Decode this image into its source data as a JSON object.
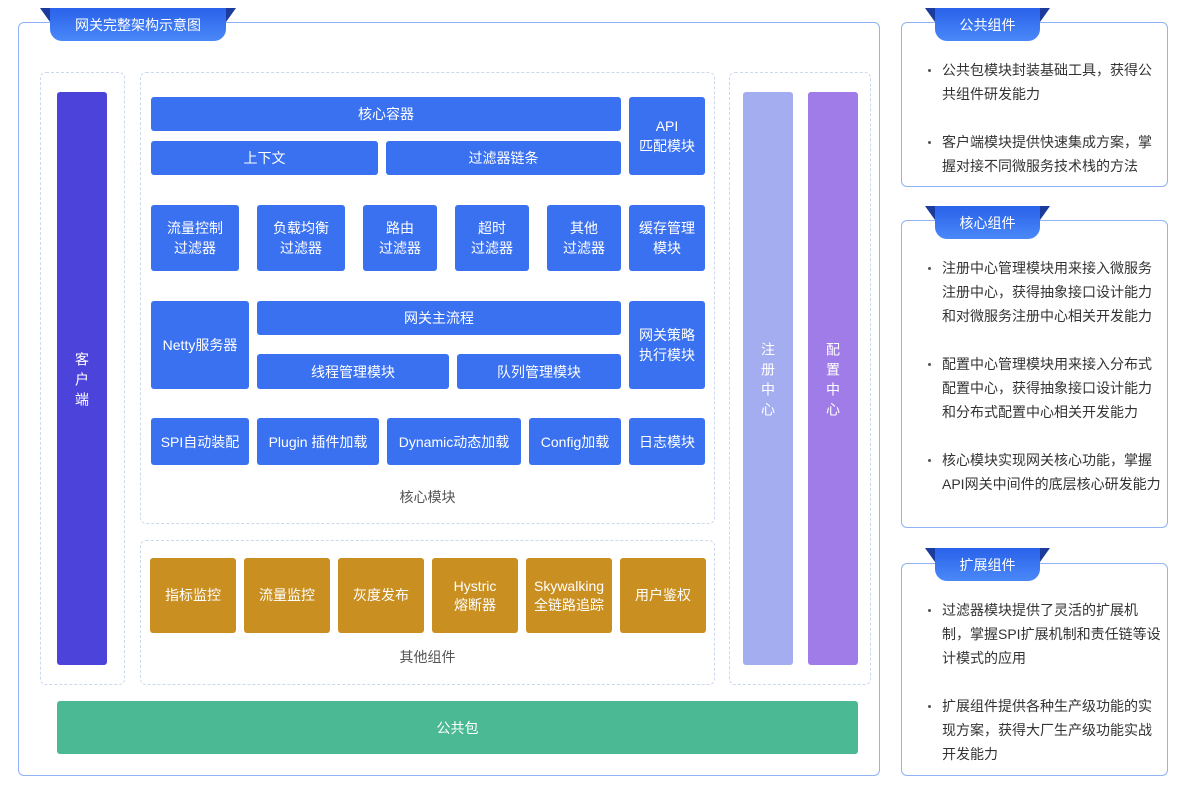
{
  "title": "网关完整架构示意图",
  "client": "客户端",
  "core": {
    "label": "核心模块",
    "container": "核心容器",
    "api_match": "API\n匹配模块",
    "context": "上下文",
    "filter_chain": "过滤器链条",
    "flow_filter": "流量控制\n过滤器",
    "lb_filter": "负载均衡\n过滤器",
    "route_filter": "路由\n过滤器",
    "timeout_filter": "超时\n过滤器",
    "other_filter": "其他\n过滤器",
    "cache": "缓存管理\n模块",
    "netty": "Netty服务器",
    "main_flow": "网关主流程",
    "thread": "线程管理模块",
    "queue": "队列管理模块",
    "strategy": "网关策略\n执行模块",
    "spi": "SPI自动装配",
    "plugin": "Plugin 插件加载",
    "dynamic": "Dynamic动态加载",
    "config_load": "Config加载",
    "log": "日志模块"
  },
  "others": {
    "label": "其他组件",
    "items": [
      "指标监控",
      "流量监控",
      "灰度发布",
      "Hystric\n熔断器",
      "Skywalking\n全链路追踪",
      "用户鉴权"
    ]
  },
  "registry": "注册中心",
  "config_center": "配置中心",
  "common_package": "公共包",
  "panels": [
    {
      "title": "公共组件",
      "bullets": [
        "公共包模块封装基础工具，获得公共组件研发能力",
        "客户端模块提供快速集成方案，掌握对接不同微服务技术栈的方法"
      ]
    },
    {
      "title": "核心组件",
      "bullets": [
        "注册中心管理模块用来接入微服务注册中心，获得抽象接口设计能力和对微服务注册中心相关开发能力",
        "配置中心管理模块用来接入分布式配置中心，获得抽象接口设计能力和分布式配置中心相关开发能力",
        "核心模块实现网关核心功能，掌握API网关中间件的底层核心研发能力"
      ]
    },
    {
      "title": "扩展组件",
      "bullets": [
        "过滤器模块提供了灵活的扩展机制，掌握SPI扩展机制和责任链等设计模式的应用",
        "扩展组件提供各种生产级功能的实现方案，获得大厂生产级功能实战开发能力"
      ]
    }
  ],
  "colors": {
    "frame_border": "#8fb3f5",
    "core_box": "#3a71f0",
    "client": "#4b43da",
    "registry": "#a3adf0",
    "config_center": "#a07ce8",
    "other_component": "#c98f21",
    "common_package": "#4cb995"
  }
}
